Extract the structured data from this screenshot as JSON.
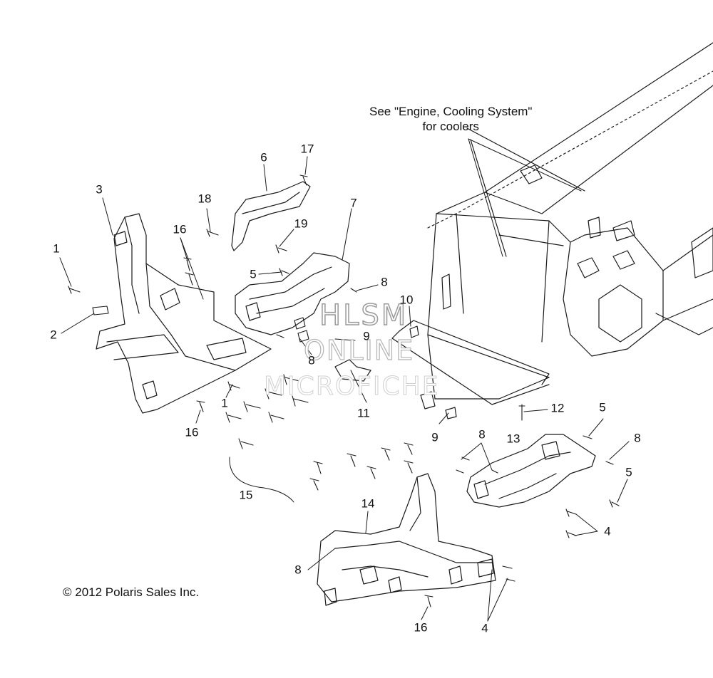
{
  "diagram": {
    "callouts": [
      {
        "id": "c1a",
        "label": "1"
      },
      {
        "id": "c2",
        "label": "2"
      },
      {
        "id": "c3",
        "label": "3"
      },
      {
        "id": "c16a",
        "label": "16"
      },
      {
        "id": "c18",
        "label": "18"
      },
      {
        "id": "c6",
        "label": "6"
      },
      {
        "id": "c17",
        "label": "17"
      },
      {
        "id": "c19",
        "label": "19"
      },
      {
        "id": "c7",
        "label": "7"
      },
      {
        "id": "c5a",
        "label": "5"
      },
      {
        "id": "c8a",
        "label": "8"
      },
      {
        "id": "c10",
        "label": "10"
      },
      {
        "id": "c9a",
        "label": "9"
      },
      {
        "id": "c8b",
        "label": "8"
      },
      {
        "id": "c1b",
        "label": "1"
      },
      {
        "id": "c16b",
        "label": "16"
      },
      {
        "id": "c11",
        "label": "11"
      },
      {
        "id": "c9b",
        "label": "9"
      },
      {
        "id": "c12",
        "label": "12"
      },
      {
        "id": "c5b",
        "label": "5"
      },
      {
        "id": "c8c",
        "label": "8"
      },
      {
        "id": "c13",
        "label": "13"
      },
      {
        "id": "c8d",
        "label": "8"
      },
      {
        "id": "c5c",
        "label": "5"
      },
      {
        "id": "c4a",
        "label": "4"
      },
      {
        "id": "c15",
        "label": "15"
      },
      {
        "id": "c14",
        "label": "14"
      },
      {
        "id": "c8e",
        "label": "8"
      },
      {
        "id": "c16c",
        "label": "16"
      },
      {
        "id": "c4b",
        "label": "4"
      }
    ],
    "note": {
      "line1": "See \"Engine, Cooling System\"",
      "line2": "for coolers"
    },
    "copyright": "© 2012 Polaris Sales Inc.",
    "watermark": {
      "line1": "HLSM",
      "line2": "ONLINE",
      "line3": "MICROFICHE"
    }
  }
}
